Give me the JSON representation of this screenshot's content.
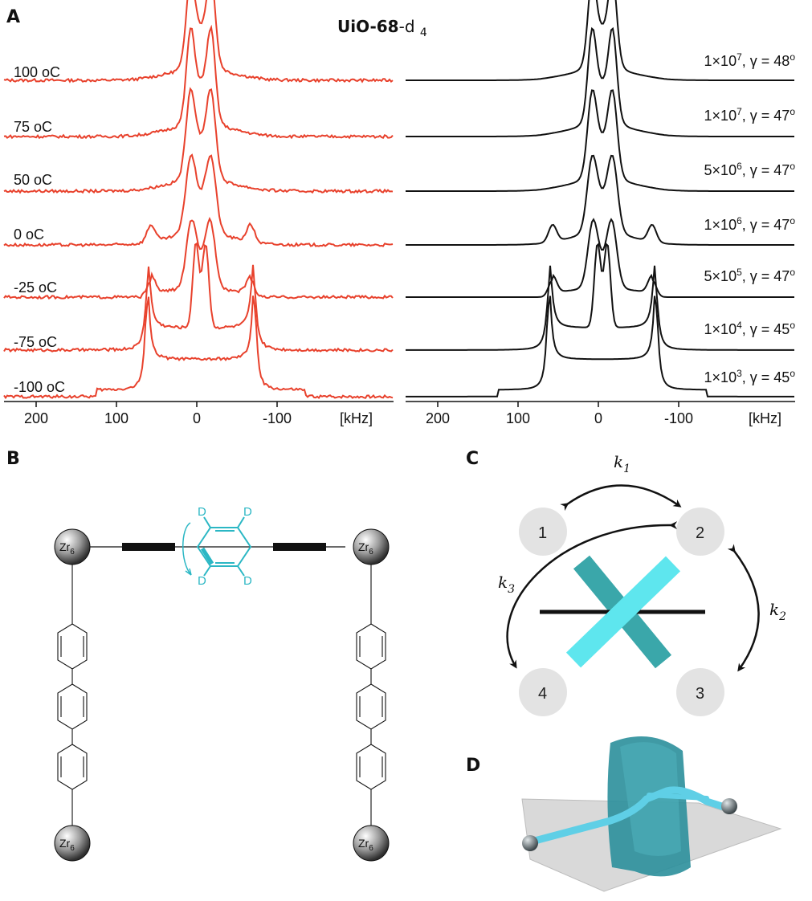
{
  "panels": {
    "A": "A",
    "B": "B",
    "C": "C",
    "D": "D"
  },
  "panel_a": {
    "title_bold": "UiO-68",
    "title_suffix": "-d4",
    "axis_unit": "[kHz]",
    "ticks": [
      "200",
      "100",
      "0",
      "-100"
    ],
    "experimental_labels": [
      "100 oC",
      "75 oC",
      "50 oC",
      "0 oC",
      "-25 oC",
      "-75 oC",
      "-100 oC"
    ],
    "simulated_labels": [
      {
        "rate": "1×107",
        "angle": "γ = 48o"
      },
      {
        "rate": "1×107",
        "angle": "γ = 47o"
      },
      {
        "rate": "5×106",
        "angle": "γ = 47o"
      },
      {
        "rate": "1×106",
        "angle": "γ = 47o"
      },
      {
        "rate": "5×105",
        "angle": "γ = 47o"
      },
      {
        "rate": "1×104",
        "angle": "γ = 45o"
      },
      {
        "rate": "1×103",
        "angle": "γ = 45o"
      }
    ],
    "colors": {
      "experimental": "#e8412c",
      "simulated": "#111111"
    }
  },
  "panel_b": {
    "zr_label": "Zr6",
    "deuterium": "D",
    "colors": {
      "rotor": "#2bb7c4"
    }
  },
  "panel_c": {
    "states": [
      "1",
      "2",
      "3",
      "4"
    ],
    "rates": [
      "k1",
      "k2",
      "k3"
    ],
    "colors": {
      "bar_light": "#5ee6ee",
      "bar_dark": "#3aa7aa"
    }
  }
}
